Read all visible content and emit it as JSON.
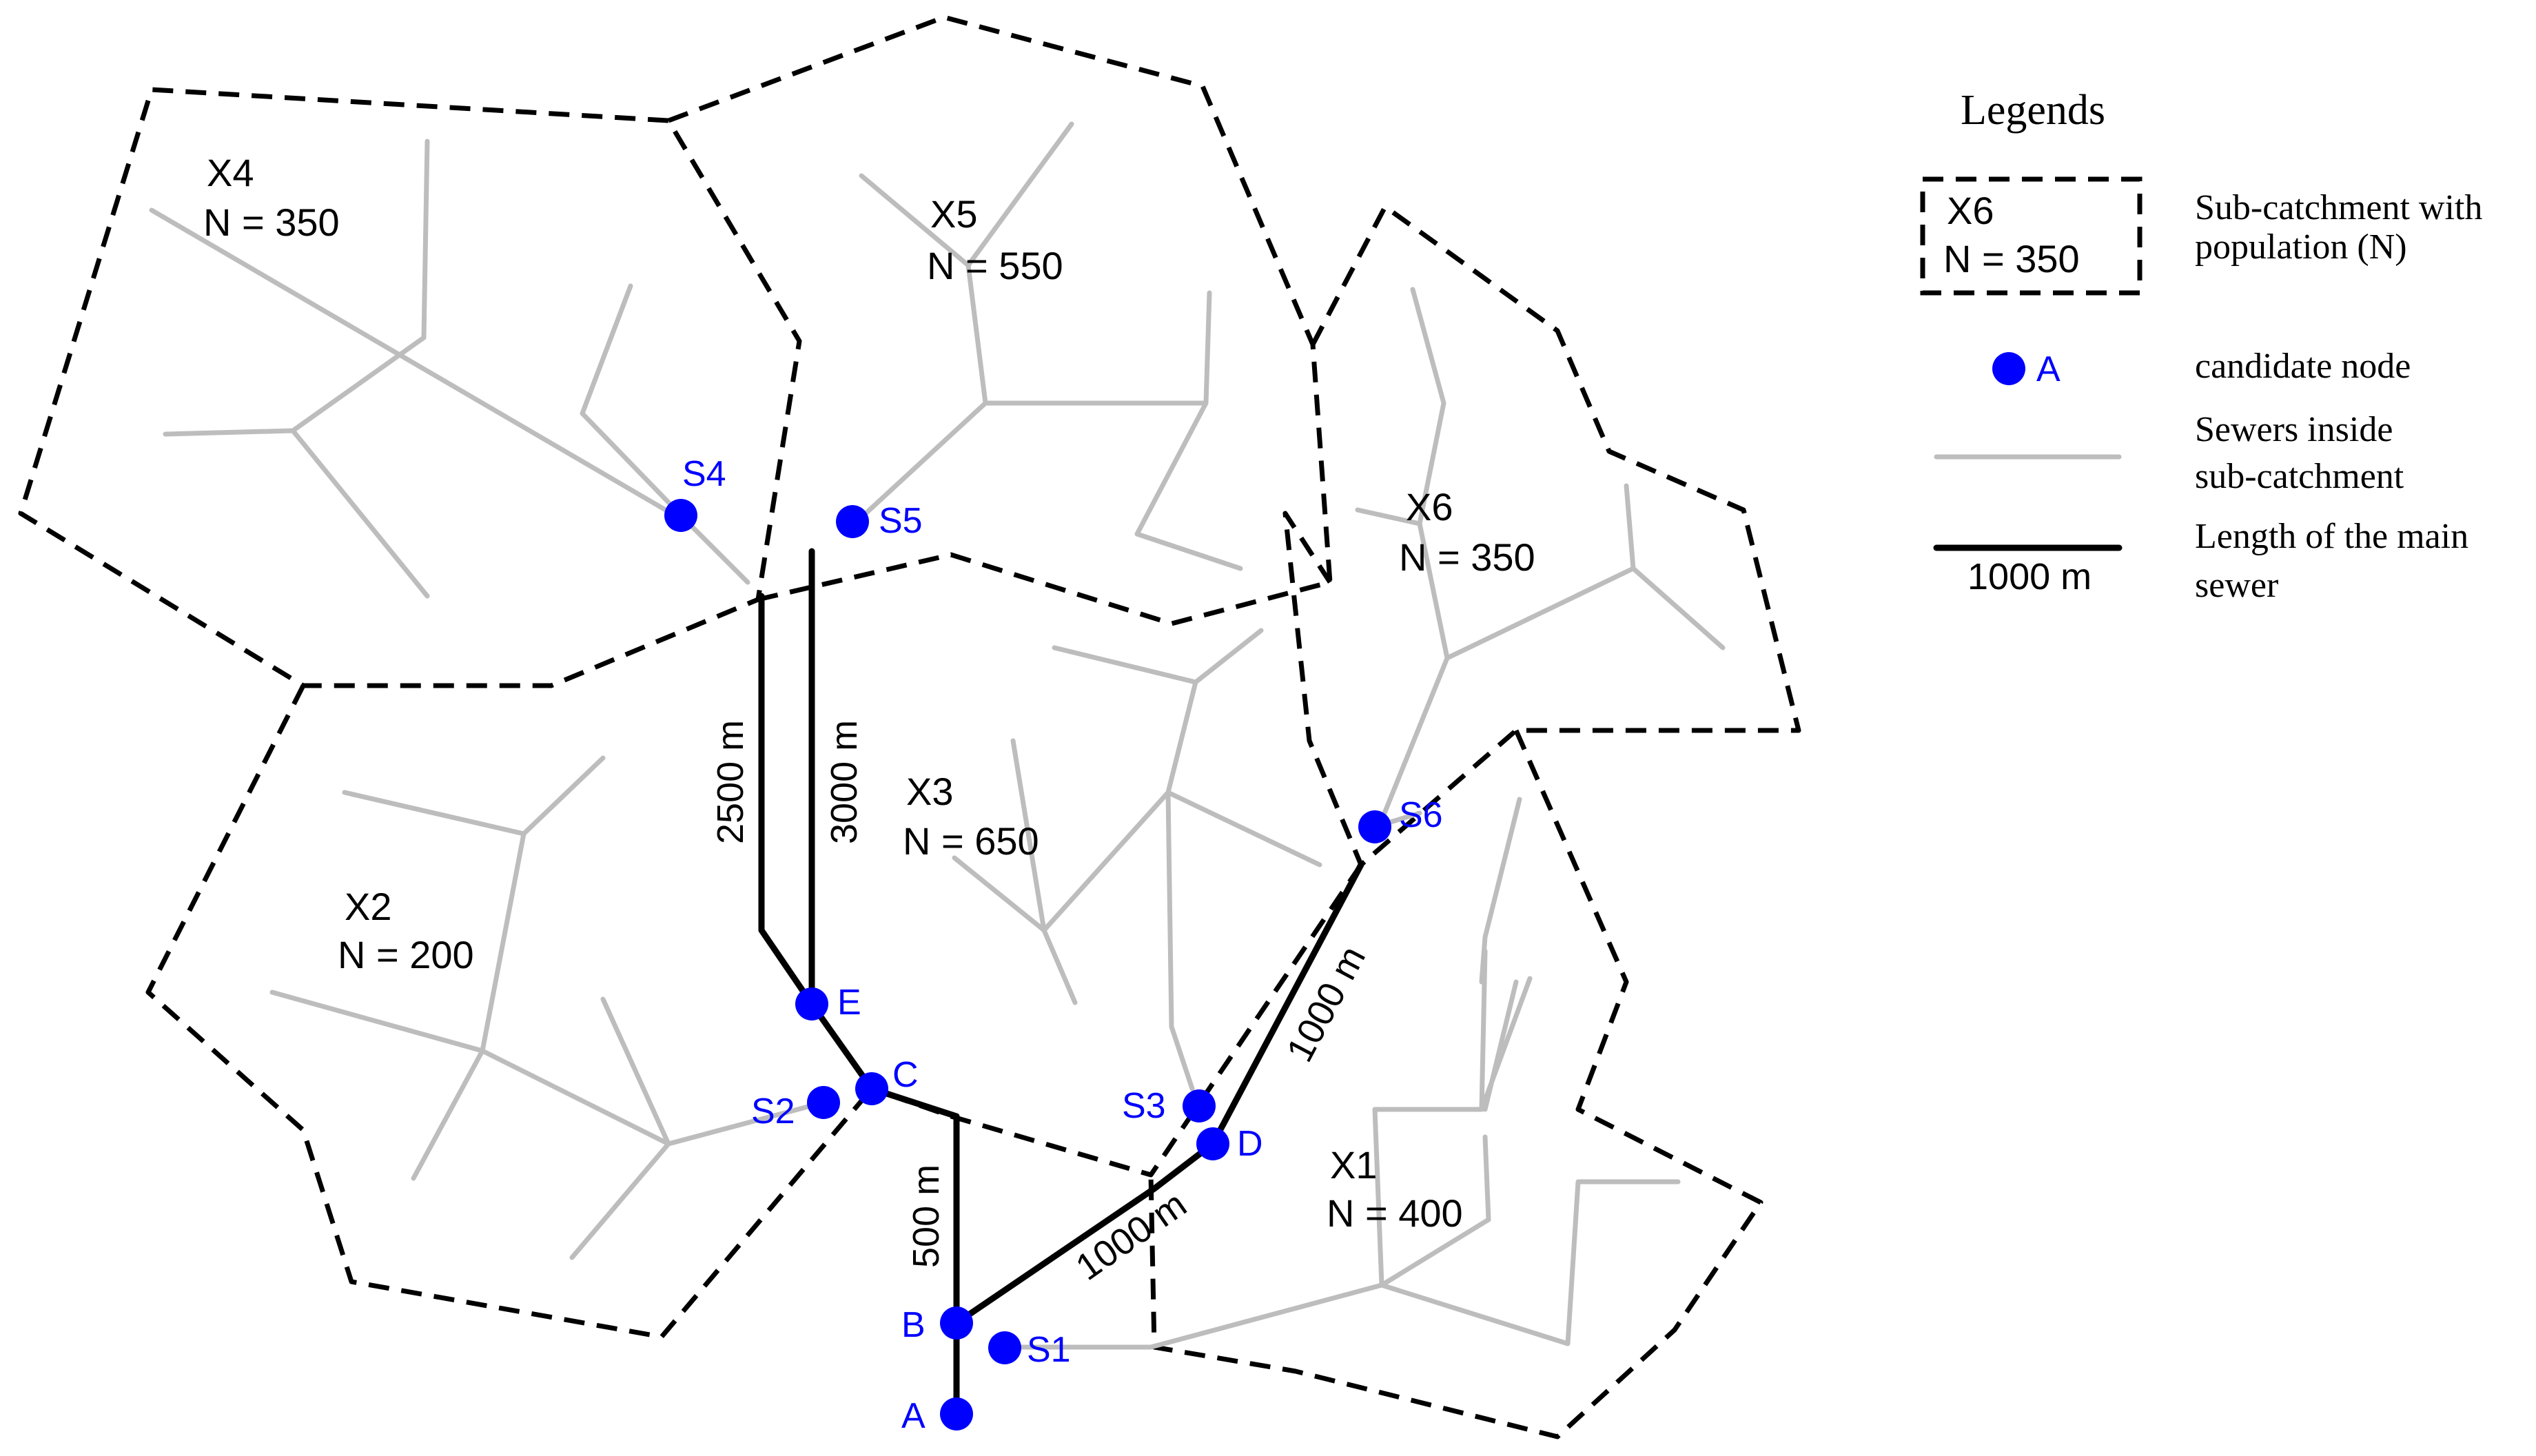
{
  "colors": {
    "node": "#0000ff",
    "sewer_inside": "#bdbdbd",
    "main_sewer": "#000000",
    "catchment_boundary": "#000000"
  },
  "subcatchments": [
    {
      "id": "X1",
      "population_label": "N = 400"
    },
    {
      "id": "X2",
      "population_label": "N = 200"
    },
    {
      "id": "X3",
      "population_label": "N = 650"
    },
    {
      "id": "X4",
      "population_label": "N = 350"
    },
    {
      "id": "X5",
      "population_label": "N = 550"
    },
    {
      "id": "X6",
      "population_label": "N = 350"
    }
  ],
  "nodes": [
    "A",
    "B",
    "C",
    "D",
    "E",
    "S1",
    "S2",
    "S3",
    "S4",
    "S5",
    "S6"
  ],
  "main_sewer_lengths": [
    {
      "segment": "B-C",
      "label": "500 m"
    },
    {
      "segment": "B-D",
      "label": "1000 m"
    },
    {
      "segment": "D-S6",
      "label": "1000 m"
    },
    {
      "segment": "E-S4",
      "label": "2500 m"
    },
    {
      "segment": "E-S5",
      "label": "3000 m"
    }
  ],
  "legend": {
    "title": "Legends",
    "box_id": "X6",
    "box_population": "N = 350",
    "subcatchment_text_1": "Sub-catchment with",
    "subcatchment_text_2": "population (N)",
    "node_sample": "A",
    "candidate_text": "candidate node",
    "sewers_text_1": "Sewers inside",
    "sewers_text_2": "sub-catchment",
    "main_sample": "1000 m",
    "main_text_1": "Length of the main",
    "main_text_2": "sewer"
  }
}
